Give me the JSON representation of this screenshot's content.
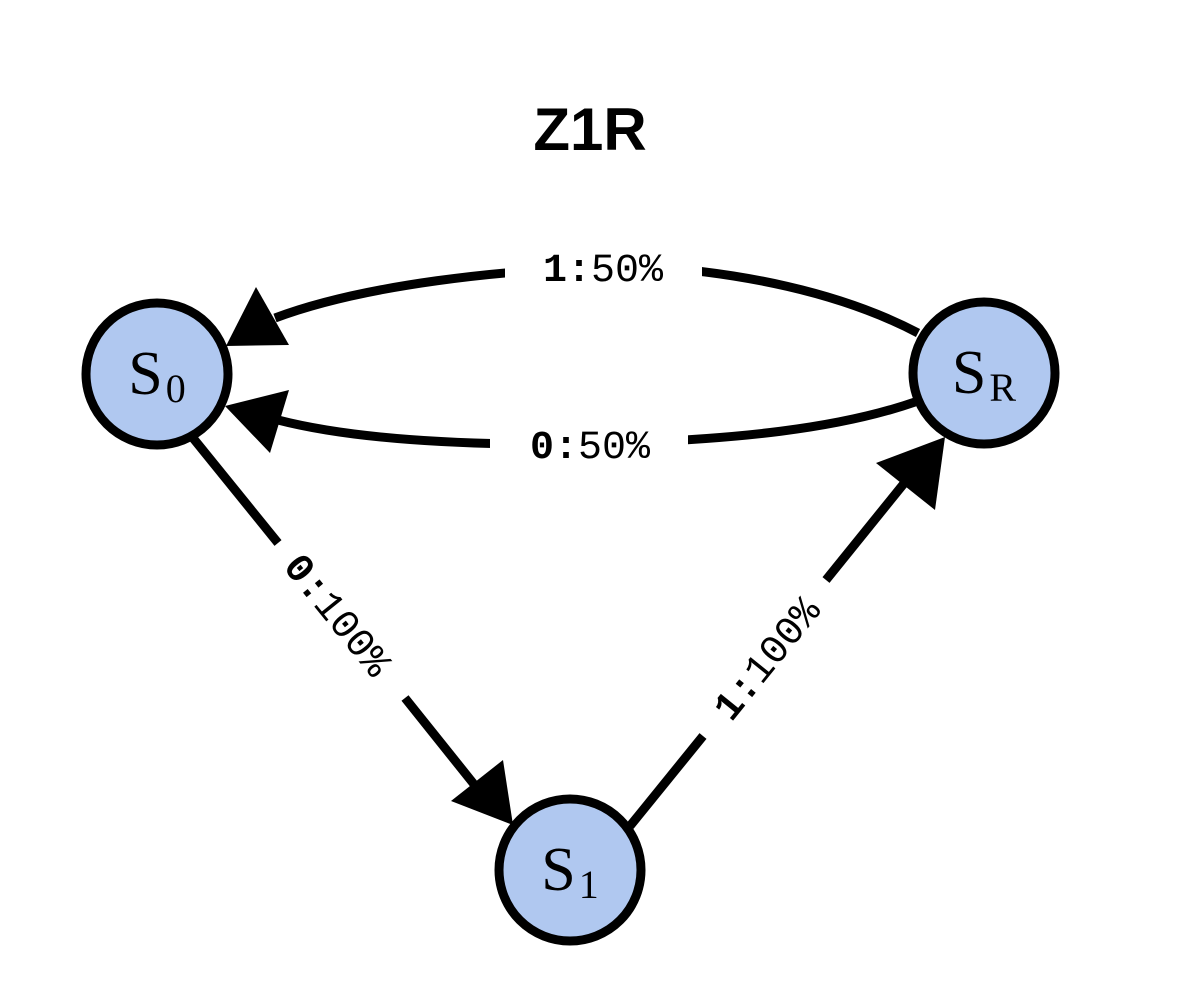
{
  "title": "Z1R",
  "colors": {
    "node_fill": "#b0c8f0",
    "stroke": "#000000",
    "background": "#ffffff"
  },
  "nodes": [
    {
      "id": "s0",
      "name": "S",
      "sub": "0"
    },
    {
      "id": "sr",
      "name": "S",
      "sub": "R"
    },
    {
      "id": "s1",
      "name": "S",
      "sub": "1"
    }
  ],
  "edges": [
    {
      "id": "sr-s0-top",
      "from": "SR",
      "to": "S0",
      "symbol": "1",
      "sep": ":",
      "prob": "50%"
    },
    {
      "id": "sr-s0-bottom",
      "from": "SR",
      "to": "S0",
      "symbol": "0",
      "sep": ":",
      "prob": "50%"
    },
    {
      "id": "s0-s1",
      "from": "S0",
      "to": "S1",
      "symbol": "0",
      "sep": ":",
      "prob": "100%"
    },
    {
      "id": "s1-sr",
      "from": "S1",
      "to": "SR",
      "symbol": "1",
      "sep": ":",
      "prob": "100%"
    }
  ]
}
